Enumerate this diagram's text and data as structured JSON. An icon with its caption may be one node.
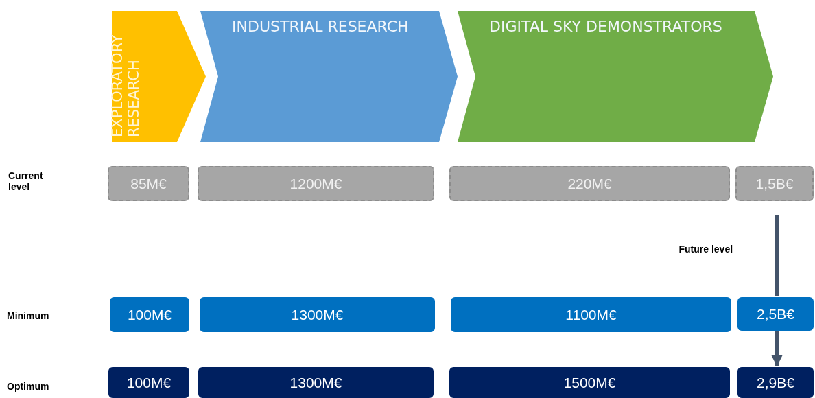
{
  "diagram": {
    "nodes": [
      {
        "text": [
          "EXPLORATORY RESEARCH"
        ]
      },
      {
        "text": [
          "INDUSTRIAL RESEARCH"
        ]
      },
      {
        "text": [
          "DIGITAL SKY DEMONSTRATORS"
        ]
      },
      {
        "text": [
          "85M€"
        ]
      },
      {
        "text": [
          "1200M€"
        ]
      },
      {
        "text": [
          "220M€"
        ]
      },
      {
        "text": [
          "1,5B€"
        ]
      },
      {
        "text": [
          "100M€"
        ]
      },
      {
        "text": [
          "1300M€"
        ]
      },
      {
        "text": [
          "1100M€"
        ]
      },
      {
        "text": [
          "2,5B€"
        ]
      },
      {
        "text": [
          "100M€"
        ]
      },
      {
        "text": [
          "1300M€"
        ]
      },
      {
        "text": [
          "1500M€"
        ]
      },
      {
        "text": [
          "2,9B€"
        ]
      }
    ],
    "edges": [
      {
        "from": 6,
        "to": 10,
        "arrow": "none",
        "label": "Future level"
      },
      {
        "from": 10,
        "to": 14,
        "arrow": "to"
      }
    ],
    "labels": [
      "Current level",
      "Minimum",
      "Optimum"
    ]
  }
}
